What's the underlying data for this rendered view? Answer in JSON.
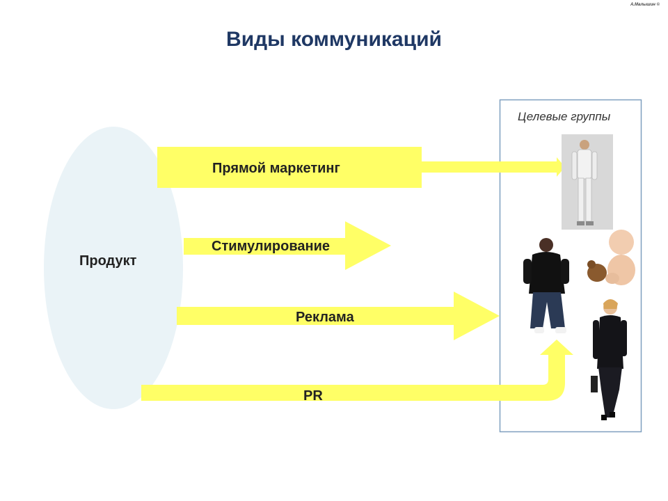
{
  "copyright": "А.Малышин ©",
  "title": "Виды коммуникаций",
  "product": {
    "label": "Продукт"
  },
  "target_groups": {
    "label": "Целевые группы"
  },
  "channels": [
    {
      "id": "direct",
      "label": "Прямой маркетинг"
    },
    {
      "id": "promo",
      "label": "Стимулирование"
    },
    {
      "id": "ads",
      "label": "Реклама"
    },
    {
      "id": "pr",
      "label": "PR"
    }
  ],
  "colors": {
    "title": "#1f3864",
    "arrow": "#ffff66",
    "ellipse": "#eaf3f7",
    "frame": "#7f9fbf"
  },
  "people": [
    {
      "name": "man-in-white-suit"
    },
    {
      "name": "man-in-black-clothes"
    },
    {
      "name": "baby-with-teddy"
    },
    {
      "name": "businesswoman"
    }
  ]
}
